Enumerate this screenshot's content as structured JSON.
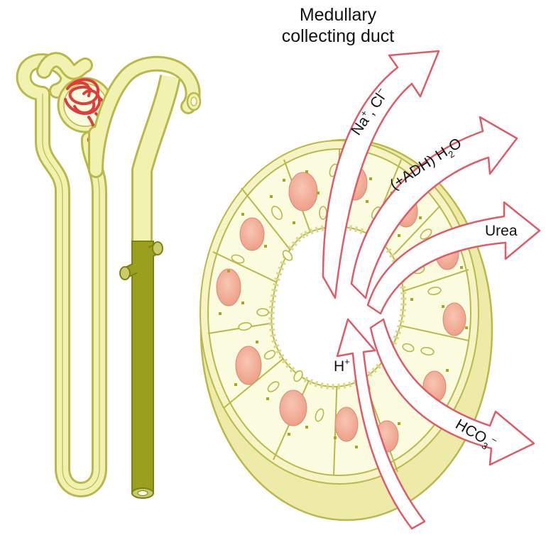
{
  "title": {
    "line1": "Medullary",
    "line2": "collecting duct"
  },
  "arrows": {
    "na_cl": {
      "ion1": "Na",
      "ion1_charge": "+",
      "sep": ", ",
      "ion2": "Cl",
      "ion2_charge": "−"
    },
    "water": {
      "prefix": "(+ADH) H",
      "sub": "2",
      "suffix": "O"
    },
    "urea": {
      "label": "Urea"
    },
    "h": {
      "ion": "H",
      "charge": "+"
    },
    "hco3": {
      "ion": "HCO",
      "sub": "3",
      "charge": "−"
    }
  },
  "colors": {
    "tubule_fill": "#f2f2b0",
    "tubule_stroke": "#b9b94a",
    "collecting_duct_dark": "#9a9f1e",
    "glomerulus_red": "#e03c3c",
    "nucleus": "#f3b6a0",
    "arrow_stroke": "#e05a6a",
    "arrow_fill": "#ffffff"
  }
}
